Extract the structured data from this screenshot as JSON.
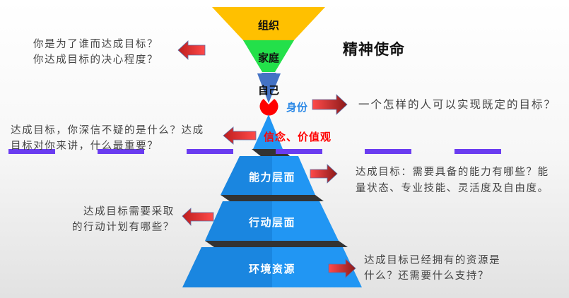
{
  "title": "精神使命",
  "funnel": {
    "tiers": [
      {
        "label": "组织",
        "color": "#ffc000"
      },
      {
        "label": "家庭",
        "color": "#23e04a"
      },
      {
        "label": "自己",
        "color": "#4472c4"
      }
    ]
  },
  "identity": {
    "label": "身份",
    "label_color": "#2e8ae6",
    "circle_color": "#ff0000",
    "question": "一个怎样的人可以实现既定的目标？"
  },
  "beliefs": {
    "label": "信念、价值观",
    "label_color": "#ff0000",
    "question_lines": [
      "达成目标，你深信不疑的是什么？达成",
      "目标对你来讲，什么最重要？"
    ]
  },
  "mission_question": {
    "lines": [
      "你是为了谁而达成目标？",
      "你达成目标的决心程度？"
    ]
  },
  "pyramid": {
    "color_light": "#2196f3",
    "color_dark": "#1a86e0",
    "shadow": "#333333",
    "tiers": [
      {
        "label": "能力层面",
        "question_lines": [
          "达成目标：需要具备的能力有哪些？能",
          "量状态、专业技能、灵活度及自由度。"
        ]
      },
      {
        "label": "行动层面",
        "question_lines": [
          "达成目标需要采取",
          "的行动计划有哪些？"
        ]
      },
      {
        "label": "环境资源",
        "question_lines": [
          "达成目标已经拥有的资源是",
          "什么？还需要什么支持？"
        ]
      }
    ]
  },
  "colors": {
    "arrow_light": "#ff4a4a",
    "arrow_dark": "#8b1a1a",
    "underline": "#6a3cf0",
    "question_text": "#444444"
  }
}
